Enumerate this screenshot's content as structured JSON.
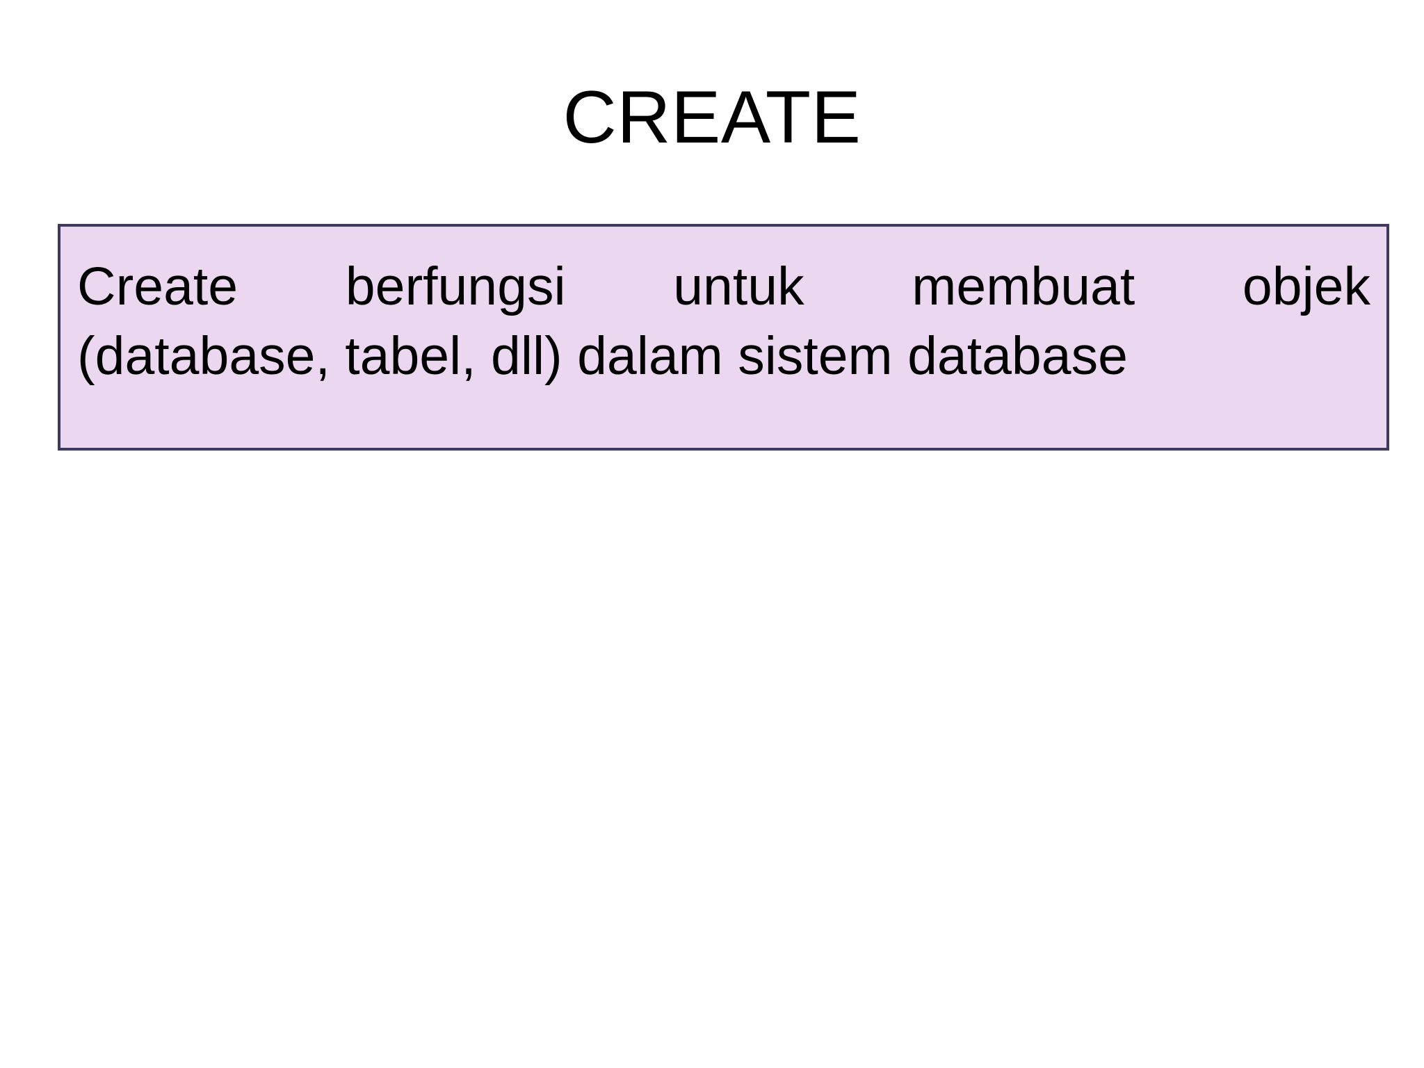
{
  "slide": {
    "background_color": "#ffffff",
    "title": "CREATE",
    "content_box": {
      "fill_color": "#ebd7ef",
      "border_color": "#3d3a5e",
      "text_color": "#000000",
      "alignment": "justify",
      "full_text": "Create berfungsi untuk membuat objek (database, tabel, dll) dalam sistem database",
      "lines": [
        "Create berfungsi untuk membuat objek",
        "(database, tabel, dll) dalam sistem database"
      ]
    }
  }
}
